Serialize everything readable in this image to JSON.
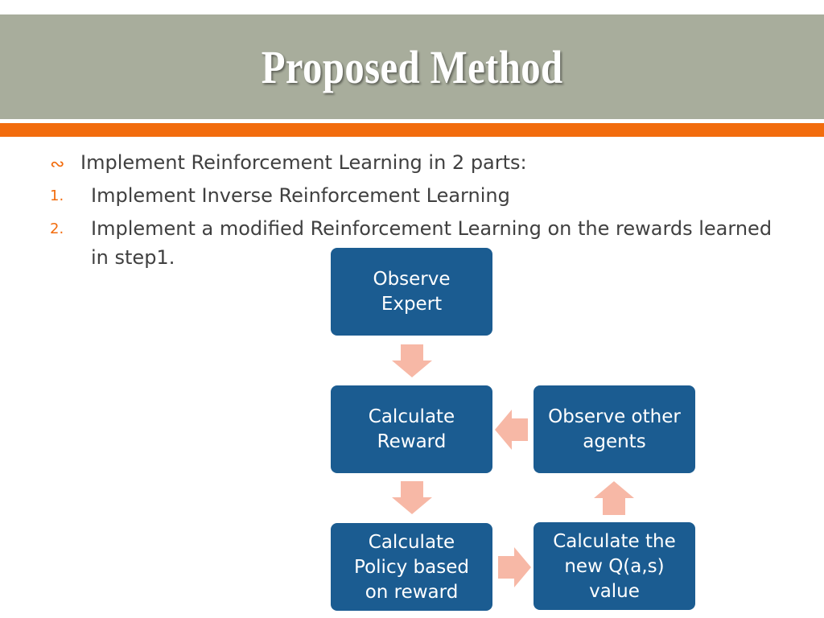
{
  "title": "Proposed Method",
  "bullets": {
    "main": "Implement Reinforcement Learning in 2 parts:",
    "items": [
      {
        "num": "1.",
        "lines": [
          "Implement Inverse Reinforcement Learning"
        ]
      },
      {
        "num": "2.",
        "lines": [
          "Implement a modified Reinforcement Learning on the rewards learned",
          "in step1."
        ]
      }
    ]
  },
  "diagram": {
    "nodes": {
      "observe_expert": [
        "Observe",
        "Expert"
      ],
      "calculate_reward": [
        "Calculate",
        "Reward"
      ],
      "observe_other_agents": [
        "Observe other",
        "agents"
      ],
      "calculate_policy": [
        "Calculate",
        "Policy based",
        "on reward"
      ],
      "calculate_q": [
        "Calculate the",
        "new Q(a,s)",
        "value"
      ]
    },
    "edges": [
      {
        "from": "observe_expert",
        "to": "calculate_reward"
      },
      {
        "from": "observe_other_agents",
        "to": "calculate_reward"
      },
      {
        "from": "calculate_reward",
        "to": "calculate_policy"
      },
      {
        "from": "calculate_policy",
        "to": "calculate_q"
      },
      {
        "from": "calculate_q",
        "to": "observe_other_agents"
      }
    ]
  },
  "colors": {
    "title_bar": "#a8ad9c",
    "accent": "#f26c0d",
    "node_fill": "#1b5c91",
    "arrow_fill": "#f7b8a6"
  }
}
